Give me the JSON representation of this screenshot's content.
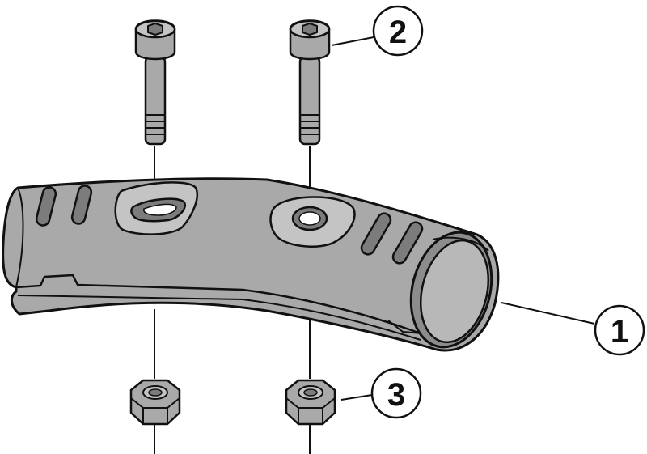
{
  "diagram": {
    "callouts": [
      {
        "id": "tube-connector",
        "label": "1"
      },
      {
        "id": "socket-head-bolt",
        "label": "2"
      },
      {
        "id": "hex-nut",
        "label": "3"
      }
    ],
    "colors": {
      "part_fill": "#a9a9a9",
      "part_fill_light": "#c4c4c4",
      "part_fill_dark": "#8c8c8c",
      "outline": "#111111",
      "background": "#ffffff"
    }
  }
}
